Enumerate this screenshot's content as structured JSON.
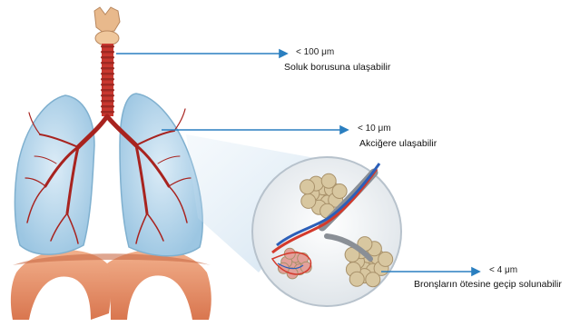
{
  "annotations": [
    {
      "size": "< 100 μm",
      "text": "Soluk borusuna ulaşabilir"
    },
    {
      "size": "< 10 μm",
      "text": "Akciğere ulaşabilir"
    },
    {
      "size": "< 4 μm",
      "text": "Bronşların ötesine geçip solunabilir"
    }
  ],
  "colors": {
    "lung_fill": "#bcd9ec",
    "lung_edge": "#7fb0cf",
    "trachea": "#c8372f",
    "bronchi": "#a8231f",
    "diaphragm": "#e8a07a",
    "pointer_line": "#2a7fc0",
    "alveoli": "#d8c7a0",
    "artery": "#d33a2c",
    "vein": "#2c5fb8"
  }
}
